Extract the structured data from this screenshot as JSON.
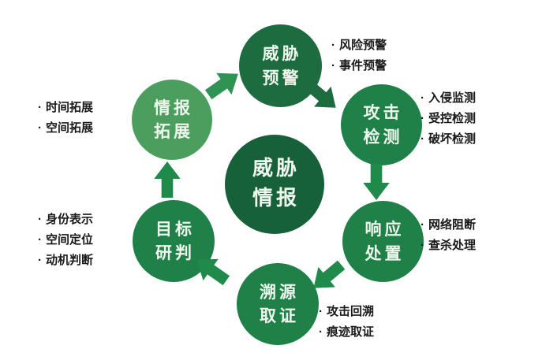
{
  "diagram": {
    "title_semantic": "threat-intelligence-cycle",
    "bullet": "·",
    "center": {
      "line1": "威胁",
      "line2": "情报"
    },
    "nodes": {
      "threat_warning": {
        "line1": "威胁",
        "line2": "预警"
      },
      "attack_detection": {
        "line1": "攻击",
        "line2": "检测"
      },
      "response_disposal": {
        "line1": "响应",
        "line2": "处置"
      },
      "trace_forensics": {
        "line1": "溯源",
        "line2": "取证"
      },
      "target_analysis": {
        "line1": "目标",
        "line2": "研判"
      },
      "intel_expansion": {
        "line1": "情报",
        "line2": "拓展"
      }
    },
    "labels": {
      "threat_warning": [
        "风险预警",
        "事件预警"
      ],
      "attack_detection": [
        "入侵监测",
        "受控检测",
        "破坏检测"
      ],
      "response_disposal": [
        "网络阻断",
        "查杀处理"
      ],
      "trace_forensics": [
        "攻击回溯",
        "痕迹取证"
      ],
      "target_analysis": [
        "身份表示",
        "空间定位",
        "动机判断"
      ],
      "intel_expansion": [
        "时间拓展",
        "空间拓展"
      ]
    },
    "colors": {
      "center_node": "#16603a",
      "dark_node": "#1c6c40",
      "mid_node": "#1f8147",
      "light_node": "#4c9e5f",
      "arrow_mid": "#1f8a49",
      "arrow_dark": "#1c6c40",
      "arrow_light": "#2f9353",
      "label_text": "#1a1a1a",
      "node_text": "#eef6ee",
      "background": "#ffffff"
    }
  }
}
